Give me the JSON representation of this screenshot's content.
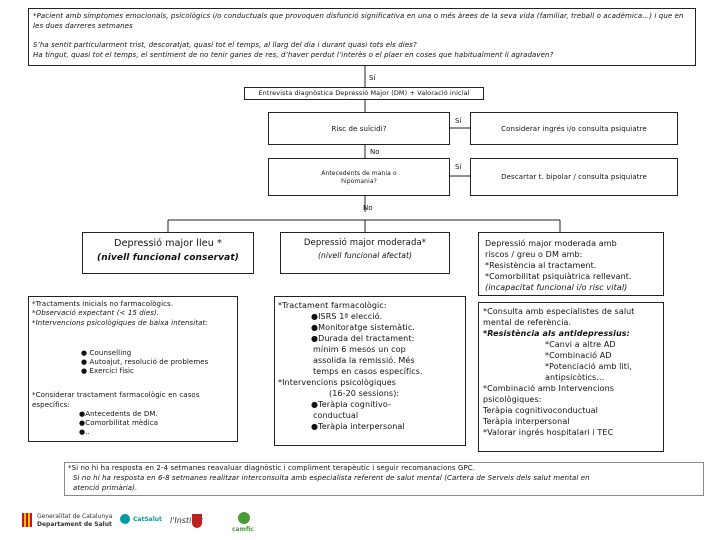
{
  "intro": {
    "line1": "*Pacient amb símptomes emocionals, psicològics i/o conductuals que provoquen disfunció significativa en una o més àrees de la seva vida (familiar, treball o acadèmica...) i que en les dues darreres setmanes",
    "line2": "S’ha sentit particularment trist, descoratjat, quasi tot el temps, al llarg del dia i durant quasi tots els dies?",
    "line3": "Ha tingut, quasi tot el temps, el sentiment de no tenir ganes de res, d’haver perdut l’interès o el plaer en coses que habitualment li agradaven?"
  },
  "labels": {
    "yes": "Sí",
    "no": "No"
  },
  "step_diagnosis": "Entrevista diagnòstica Depressió Major (DM) + Valoració inicial",
  "q_suicide": "Risc de suïcidi?",
  "a_suicide": "Considerar ingrés i/o consulta psiquiatre",
  "q_mania": "Antecedents de mania o hipomania?",
  "a_mania": "Descartar t. bipolar / consulta psiquiatre",
  "col1": {
    "title": "Depressió major lleu *",
    "subtitle": "(nivell funcional conservat)",
    "p1": "*Tractaments inicials no farmacològics.",
    "p2": "*Observació expectant (< 15 dies).",
    "p3": "*Intervencions psicològiques de baixa intensitat:",
    "b1": "● Counselling",
    "b2": "● Autoajut, resolució de problemes",
    "b3": "● Exercici físic",
    "p4": "*Considerar tractament farmacològic en casos específics:",
    "b4": "●Antecedents de DM.",
    "b5": "●Comorbilitat mèdica",
    "b6": "●.."
  },
  "col2": {
    "title": "Depressió major moderada*",
    "subtitle": "(nivell funcional afectat)",
    "p1": "*Tractament farmacològic:",
    "b1": "●ISRS 1ª elecció.",
    "b2": "●Monitoratge sistemàtic.",
    "b3": "●Durada del tractament:",
    "b3b": "mínim 6 mesos un cop",
    "b3c": "assolida la remissió. Més",
    "b3d": "temps en casos específics.",
    "p2": "*Intervencions psicològiques",
    "p2b": "(16-20 sessions):",
    "b4": "●Teràpia cognitivo-",
    "b4b": "conductual",
    "b5": "●Teràpia interpersonal"
  },
  "col3": {
    "title": "Depressió major moderada amb",
    "title2": "riscos / greu o DM amb:",
    "t1": "*Resistència al tractament.",
    "t2": "*Comorbilitat psiquiàtrica rellevant.",
    "t3": "(incapacitat funcional i/o risc vital)",
    "p1": "*Consulta amb especialistes de salut",
    "p1b": "mental de referència.",
    "p2": "*Resistència als antidepressius:",
    "b1": "*Canvi a altre AD",
    "b2": "*Combinació AD",
    "b3": "*Potenciació amb liti,",
    "b3b": "antipsicòtics...",
    "p3": "*Combinació amb Intervencions",
    "p3b": "psicològiques:",
    "p3c": "Teràpia cognitivoconductual",
    "p3d": "Teràpia interpersonal",
    "p4": "*Valorar ingrés hospitalari i TEC"
  },
  "footnote": {
    "line1": "*Si no hi ha resposta en 2-4 setmanes reavaluar diagnòstic i compliment terapèutic i seguir recomanacions GPC.",
    "line2": "Si no hi ha resposta en 6-8 setmanes realitzar interconsulta amb especialista referent de salut mental (Cartera de Serveis dels salut mental en",
    "line3": "atenció primària)."
  },
  "logos": {
    "l1a": "Generalitat de Catalunya",
    "l1b": "Departament de Salut",
    "l2": "CatSalut",
    "l3": "l'Institut",
    "l5": "camfic"
  },
  "colors": {
    "line": "#222222",
    "gencat_red": "#c8102e",
    "catsalut_teal": "#009aa6",
    "camfic_green": "#4a9a3a"
  }
}
